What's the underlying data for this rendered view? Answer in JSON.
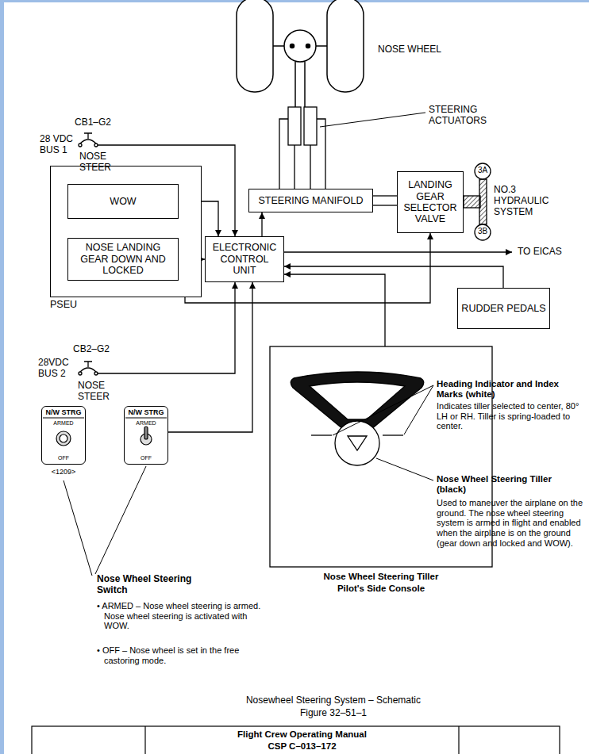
{
  "diagram": {
    "caption": "Nosewheel Steering System – Schematic",
    "nodes": [
      {
        "text": [
          "STEERING MANIFOLD"
        ]
      },
      {
        "text": [
          "LANDING GEAR SELECTOR VALVE"
        ]
      },
      {
        "text": [
          "PSEU"
        ]
      },
      {
        "text": [
          "WOW"
        ],
        "in": 2
      },
      {
        "text": [
          "NOSE LANDING GEAR DOWN AND LOCKED"
        ],
        "in": 2
      },
      {
        "text": [
          "ELECTRONIC CONTROL UNIT"
        ]
      },
      {
        "text": [
          "RUDDER PEDALS"
        ]
      },
      {
        "text": [
          "N/W STRG",
          "ARMED",
          "OFF"
        ]
      },
      {
        "text": [
          "N/W STRG",
          "ARMED",
          "OFF"
        ]
      },
      {
        "text": [
          "Nose Wheel Steering Tiller",
          "Pilot's Side Console"
        ]
      }
    ],
    "edges": [
      {
        "from": 3,
        "to": 5,
        "arrow": "to"
      },
      {
        "from": 4,
        "to": 5,
        "arrow": "to"
      },
      {
        "from": 4,
        "to": 1,
        "arrow": "to"
      },
      {
        "from": 5,
        "to": 0,
        "arrow": "to"
      },
      {
        "from": 1,
        "to": 0,
        "arrow": "none"
      },
      {
        "from": 6,
        "to": 5,
        "arrow": "to"
      },
      {
        "from": 9,
        "to": 5,
        "arrow": "to"
      },
      {
        "from": 8,
        "to": 5,
        "arrow": "to"
      }
    ],
    "labels": [
      "NOSE WHEEL",
      "STEERING ACTUATORS",
      "3A",
      "3B",
      "NO.3 HYDRAULIC SYSTEM",
      "CB1–G2",
      "28 VDC BUS 1",
      "NOSE STEER",
      "TO EICAS",
      "CB2–G2",
      "28VDC BUS 2",
      "NOSE STEER",
      "<1209>",
      "Heading Indicator and Index Marks (white)",
      "Indicates tiller selected to center, 80° LH or RH. Tiller is spring-loaded to center.",
      "Nose Wheel Steering Tiller (black)",
      "Used to maneuver the airplane on the ground. The nose wheel steering system is armed in flight and enabled when the airplane is on the ground (gear down and locked and WOW).",
      "Nose Wheel Steering Switch",
      "• ARMED – Nose wheel steering is armed. Nose wheel steering is activated with WOW.",
      "• OFF – Nose wheel is set in the free castoring mode.",
      "Figure 32–51–1",
      "Flight Crew Operating Manual",
      "CSP C–013–172"
    ]
  }
}
